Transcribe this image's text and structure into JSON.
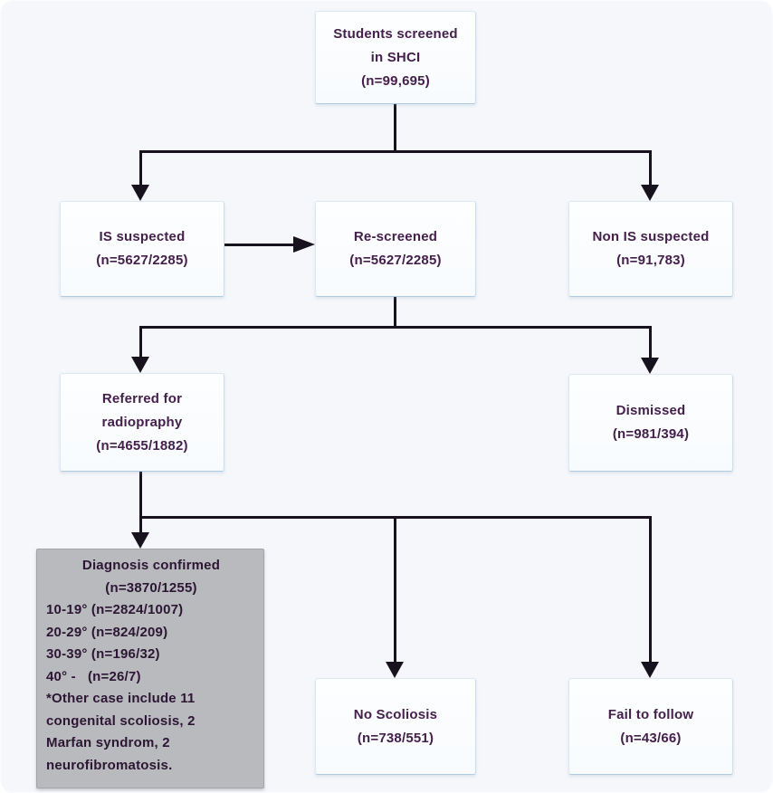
{
  "flowchart": {
    "colors": {
      "background": "#f5f7fb",
      "box_background": "#fdfeff",
      "box_border": "#aecbe2",
      "gray_box_background": "#b9babd",
      "text": "#45204c",
      "connector": "#18121f"
    },
    "nodes": {
      "screened": {
        "line1": "Students screened",
        "line2": "in SHCI",
        "line3": "(n=99,695)"
      },
      "is_suspected": {
        "line1": "IS suspected",
        "line2": "(n=5627/2285)"
      },
      "re_screened": {
        "line1": "Re-screened",
        "line2": "(n=5627/2285)"
      },
      "non_is_suspected": {
        "line1": "Non IS suspected",
        "line2": "(n=91,783)"
      },
      "referred": {
        "line1": "Referred for",
        "line2": "radiopraphy",
        "line3": "(n=4655/1882)"
      },
      "dismissed": {
        "line1": "Dismissed",
        "line2": "(n=981/394)"
      },
      "diagnosis_confirmed": {
        "title": "Diagnosis confirmed",
        "subtitle": "(n=3870/1255)",
        "row1": "10-19° (n=2824/1007)",
        "row2": "20-29° (n=824/209)",
        "row3": "30-39° (n=196/32)",
        "row4": "40° -   (n=26/7)",
        "note_line1": "*Other case include 11",
        "note_line2": "congenital scoliosis, 2",
        "note_line3": "Marfan syndrom, 2",
        "note_line4": "neurofibromatosis."
      },
      "no_scoliosis": {
        "line1": "No Scoliosis",
        "line2": "(n=738/551)"
      },
      "fail_to_follow": {
        "line1": "Fail to follow",
        "line2": "(n=43/66)"
      }
    }
  }
}
